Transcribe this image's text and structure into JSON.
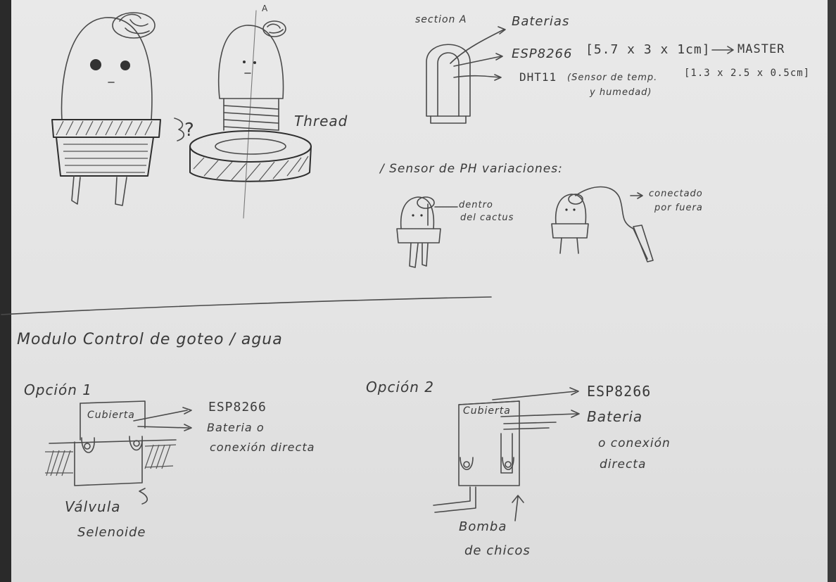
{
  "top_section": {
    "section_label": "section A",
    "marker_a": "A",
    "thread_label": "Thread",
    "question_mark": "?",
    "arrows": [
      {
        "text": "Baterias"
      },
      {
        "text": "ESP8266"
      },
      {
        "text": "DHT11"
      }
    ],
    "esp_dims": "[5.7 x 3 x 1cm]",
    "master_label": "MASTER",
    "dht_note_line1": "(Sensor de temp.",
    "dht_dims": "[1.3 x 2.5 x 0.5cm]",
    "dht_note_line2": "y humedad)"
  },
  "ph_section": {
    "title": "/ Sensor de PH variaciones:",
    "inside_line1": "dentro",
    "inside_line2": "del cactus",
    "outside_line1": "conectado",
    "outside_line2": "por fuera"
  },
  "bottom_section": {
    "title": "Modulo Control de goteo / agua",
    "option1": {
      "title": "Opción 1",
      "box_label": "Cubierta",
      "arrow1": "ESP8266",
      "arrow2_line1": "Bateria o",
      "arrow2_line2": "conexión directa",
      "valve_line1": "Válvula",
      "valve_line2": "Selenoide"
    },
    "option2": {
      "title": "Opción 2",
      "box_label": "Cubierta",
      "arrow1": "ESP8266",
      "arrow2": "Bateria",
      "alt_line1": "o conexión",
      "alt_line2": "directa",
      "pump_line1": "Bomba",
      "pump_line2": "de chicos"
    }
  }
}
